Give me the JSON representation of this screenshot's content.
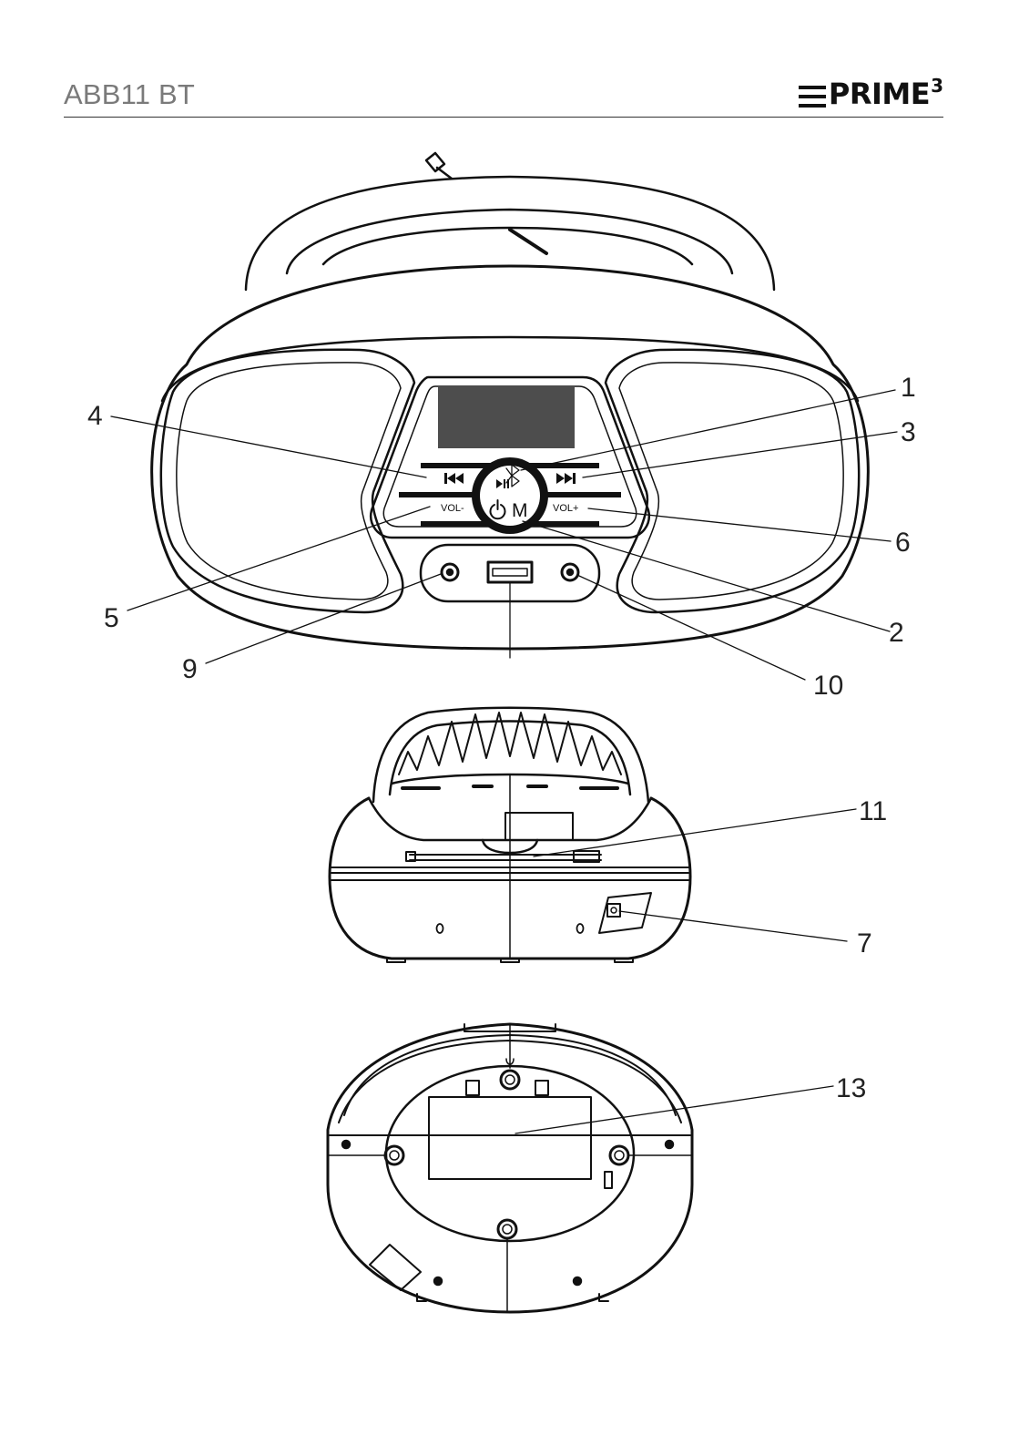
{
  "header": {
    "model": "ABB11 BT",
    "brand": "PRIME",
    "brand_superscript": "3"
  },
  "front_panel": {
    "vol_minus": "VOL-",
    "vol_plus": "VOL+",
    "mode_letter": "M"
  },
  "callouts": {
    "c1": "1",
    "c2": "2",
    "c3": "3",
    "c4": "4",
    "c5": "5",
    "c6": "6",
    "c7": "7",
    "c9": "9",
    "c10": "10",
    "c11": "11",
    "c13": "13"
  },
  "icons": [
    "bluetooth-icon",
    "play-pause-icon",
    "previous-track-icon",
    "next-track-icon",
    "power-icon",
    "usb-port-icon"
  ],
  "colors": {
    "line": "#111111",
    "display": "#4d4d4d",
    "model_text": "#7a7a7a"
  }
}
